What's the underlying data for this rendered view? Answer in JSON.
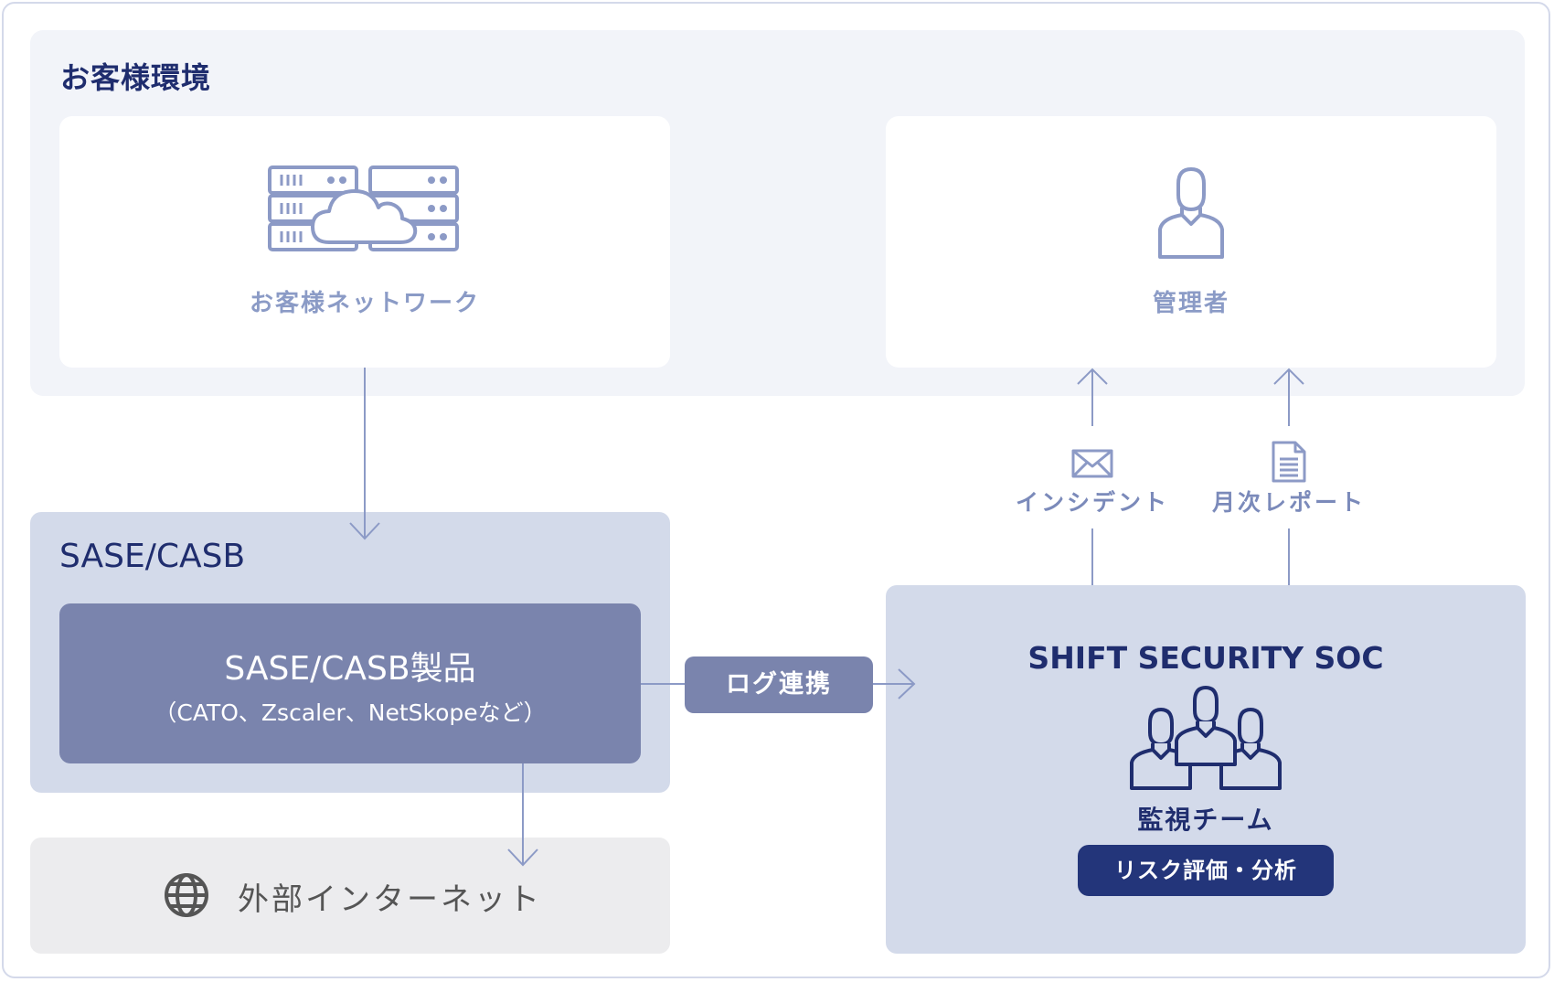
{
  "customer_environment": {
    "title": "お客様環境",
    "network": {
      "label": "お客様ネットワーク",
      "icon": "server-cloud-icon"
    },
    "admin": {
      "label": "管理者",
      "icon": "user-icon"
    }
  },
  "sase": {
    "title": "SASE/CASB",
    "product": {
      "title": "SASE/CASB製品",
      "subtitle": "（CATO、Zscaler、NetSkopeなど）"
    }
  },
  "internet": {
    "label": "外部インターネット",
    "icon": "globe-icon"
  },
  "log_link": {
    "label": "ログ連携"
  },
  "soc": {
    "title": "SHIFT SECURITY SOC",
    "team_label": "監視チーム",
    "team_icon": "team-icon",
    "badge": "リスク評価・分析"
  },
  "outputs": {
    "incident": {
      "label": "インシデント",
      "icon": "mail-icon"
    },
    "report": {
      "label": "月次レポート",
      "icon": "document-icon"
    }
  },
  "colors": {
    "navy": "#1f2d6e",
    "muted_blue": "#8b9bc6",
    "line": "#8c9ac6",
    "panel": "#d3daea",
    "product": "#7a84ad",
    "badge": "#23357a"
  }
}
